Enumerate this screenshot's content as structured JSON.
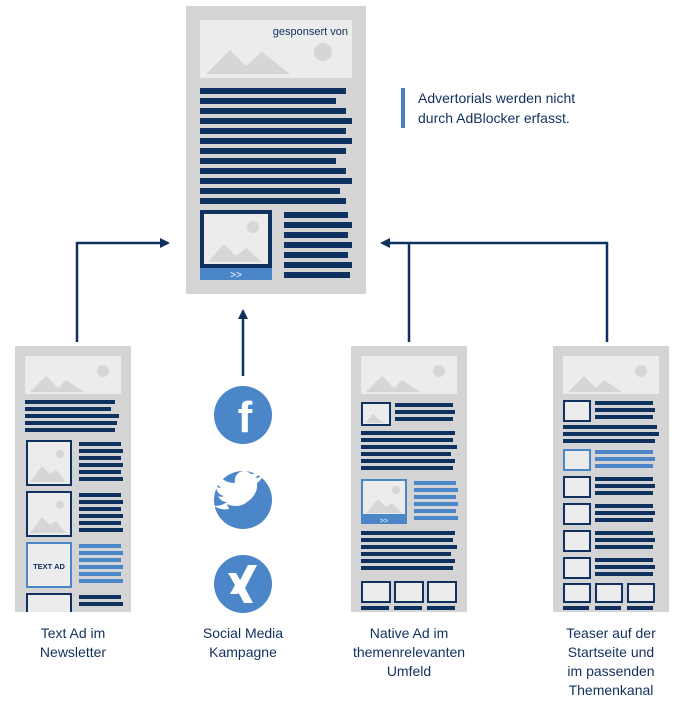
{
  "colors": {
    "navy": "#0f3160",
    "accent_blue": "#4a86c8",
    "frame_gray": "#d4d4d4",
    "placeholder_gray": "#ececec",
    "mountain_gray": "#d3d3d3"
  },
  "main_page": {
    "sponsor_label": "gesponsert von",
    "button_label": ">>"
  },
  "note": {
    "text": "Advertorials werden nicht\ndurch AdBlocker erfasst."
  },
  "social_icons": [
    {
      "name": "facebook-icon",
      "glyph": "f"
    },
    {
      "name": "twitter-icon",
      "glyph": ""
    },
    {
      "name": "xing-icon",
      "glyph": ""
    }
  ],
  "sources": [
    {
      "id": "text-ad",
      "caption": "Text Ad im\nNewsletter",
      "badge": "TEXT AD"
    },
    {
      "id": "social-media",
      "caption": "Social Media\nKampagne"
    },
    {
      "id": "native-ad",
      "caption": "Native Ad im\nthemenrelevanten\nUmfeld",
      "button_label": ">>"
    },
    {
      "id": "teaser",
      "caption": "Teaser auf der\nStartseite und\nim passenden\nThemenkanal"
    }
  ]
}
